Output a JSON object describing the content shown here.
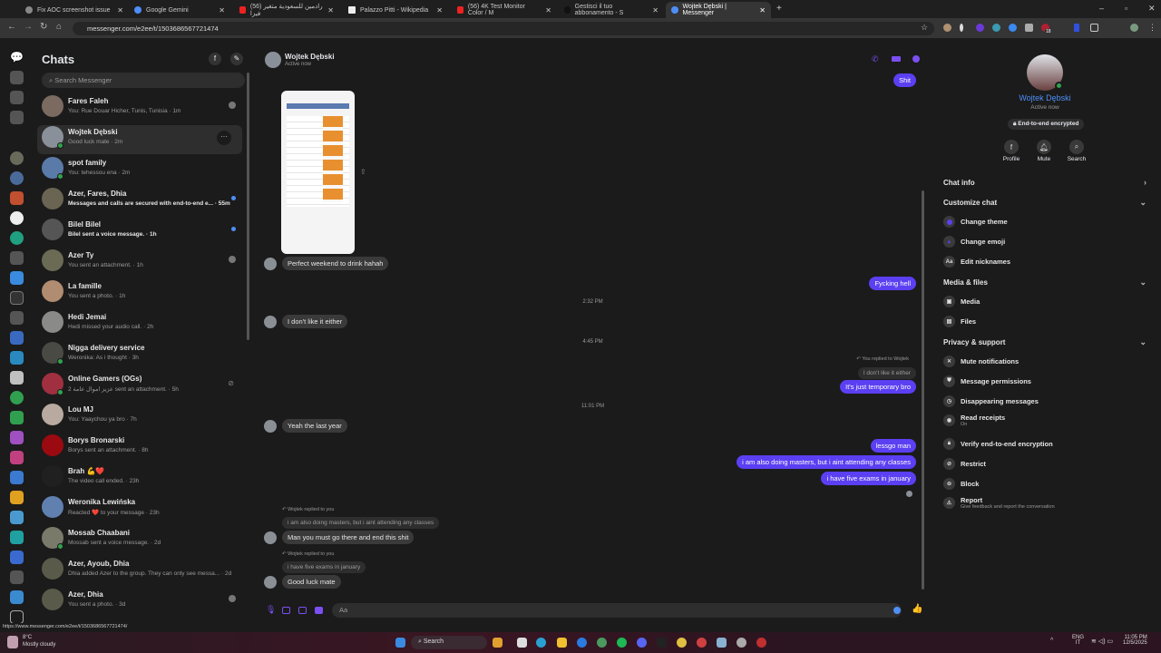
{
  "browser": {
    "tabs": [
      {
        "title": "Fix AOC screenshot issue"
      },
      {
        "title": "Google Gemini"
      },
      {
        "title": "(56) رادمين للسعودية متغير فيزا"
      },
      {
        "title": "Palazzo Pitti - Wikipedia"
      },
      {
        "title": "(56) 4K Test Monitor Color / M"
      },
      {
        "title": "Gestisci il tuo abbonamento - S"
      },
      {
        "title": "Wojtek Dębski | Messenger"
      }
    ],
    "url": "messenger.com/e2ee/t/1503686567721474",
    "extension_badge": "18",
    "status_url": "https://www.messenger.com/e2ee/t/1503686567721474/"
  },
  "chats": {
    "title": "Chats",
    "search_placeholder": "Search Messenger",
    "items": [
      {
        "name": "Fares Faleh",
        "preview": "You: Rue Douar Hicher, Tunis, Tunisia · 1m",
        "color": "#7a6a60"
      },
      {
        "name": "Wojtek Dębski",
        "preview": "Good luck mate · 2m",
        "color": "#8a9099"
      },
      {
        "name": "spot family",
        "preview": "You: tehessou ena · 2m",
        "color": "#5a7aa8"
      },
      {
        "name": "Azer, Fares, Dhia",
        "preview": "Messages and calls are secured with end-to-end e... · 55m",
        "color": "#6a6452"
      },
      {
        "name": "Bilel Bilel",
        "preview": "Bilel sent a voice message. · 1h",
        "color": "#555"
      },
      {
        "name": "Azer Ty",
        "preview": "You sent an attachment. · 1h",
        "color": "#6b6a55"
      },
      {
        "name": "La famille",
        "preview": "You sent a photo. · 1h",
        "color": "#b08c70"
      },
      {
        "name": "Hedi Jemai",
        "preview": "Hedi missed your audio call. · 2h",
        "color": "#8a8a88"
      },
      {
        "name": "Nigga delivery service",
        "preview": "Weronika: As i thought · 3h",
        "color": "#4a4a44"
      },
      {
        "name": "Online Gamers (OGs)",
        "preview": "عزيز اموال عامة 2 sent an attachment. · 5h",
        "color": "#a03040"
      },
      {
        "name": "Lou MJ",
        "preview": "You: Yaaychou ya bro · 7h",
        "color": "#b8aaa0"
      },
      {
        "name": "Borys Bronarski",
        "preview": "Borys sent an attachment. · 8h",
        "color": "#9a0a10"
      },
      {
        "name": "Brah 💪❤️",
        "preview": "The video call ended. · 23h",
        "color": "#202020"
      },
      {
        "name": "Weronika Lewińska",
        "preview": "Reacted ❤️ to your message · 23h",
        "color": "#6080b0"
      },
      {
        "name": "Mossab Chaabani",
        "preview": "Mossab sent a voice message. · 2d",
        "color": "#7a7a6a"
      },
      {
        "name": "Azer, Ayoub, Dhia",
        "preview": "Dhia added Azer to the group. They can only see messa... · 2d",
        "color": "#5a5a4a"
      },
      {
        "name": "Azer, Dhia",
        "preview": "You sent a photo. · 3d",
        "color": "#5a5a4a"
      }
    ]
  },
  "conversation": {
    "name": "Wojtek Dębski",
    "status": "Active now",
    "messages": {
      "m1": "Shit",
      "m2": "Perfect weekend to drink hahah",
      "m3": "Fycking hell",
      "t1": "2:32 PM",
      "m4": "I don't like it either",
      "t2": "4:45 PM",
      "r1": "You replied to Wojtek",
      "q1": "I don't like it either",
      "m5": "It's just temporary bro",
      "t3": "11:01 PM",
      "m6": "Yeah the last year",
      "m7": "lessgo man",
      "m8": "i am also doing masters, but i aint attending any classes",
      "m9": "i have five exams in january",
      "r2": "Wojtek replied to you",
      "q2": "i am also doing masters, but i aint attending any classes",
      "m10": "Man you must go there and end this shit",
      "r3": "Wojtek replied to you",
      "q3": "i have five exams in january",
      "m11": "Good luck mate"
    },
    "composer_placeholder": "Aa",
    "accent": "#5b3ff2"
  },
  "details": {
    "name": "Wojtek Dębski",
    "status": "Active now",
    "encrypted": "End-to-end encrypted",
    "actions": [
      "Profile",
      "Mute",
      "Search"
    ],
    "sections": {
      "chat_info": "Chat info",
      "customize": "Customize chat",
      "media": "Media & files",
      "privacy": "Privacy & support"
    },
    "items": {
      "theme": "Change theme",
      "emoji": "Change emoji",
      "nick": "Edit nicknames",
      "nick_icon": "Aa",
      "media": "Media",
      "files": "Files",
      "mute": "Mute notifications",
      "perm": "Message permissions",
      "disappear": "Disappearing messages",
      "receipts": "Read receipts",
      "receipts_sub": "On",
      "verify": "Verify end-to-end encryption",
      "restrict": "Restrict",
      "block": "Block",
      "report": "Report",
      "report_sub": "Give feedback and report the conversation"
    }
  },
  "taskbar": {
    "temp": "8°C",
    "weather": "Mostly cloudy",
    "search": "Search",
    "lang1": "ENG",
    "lang2": "IT",
    "time": "11:05 PM",
    "date": "12/5/2025"
  }
}
